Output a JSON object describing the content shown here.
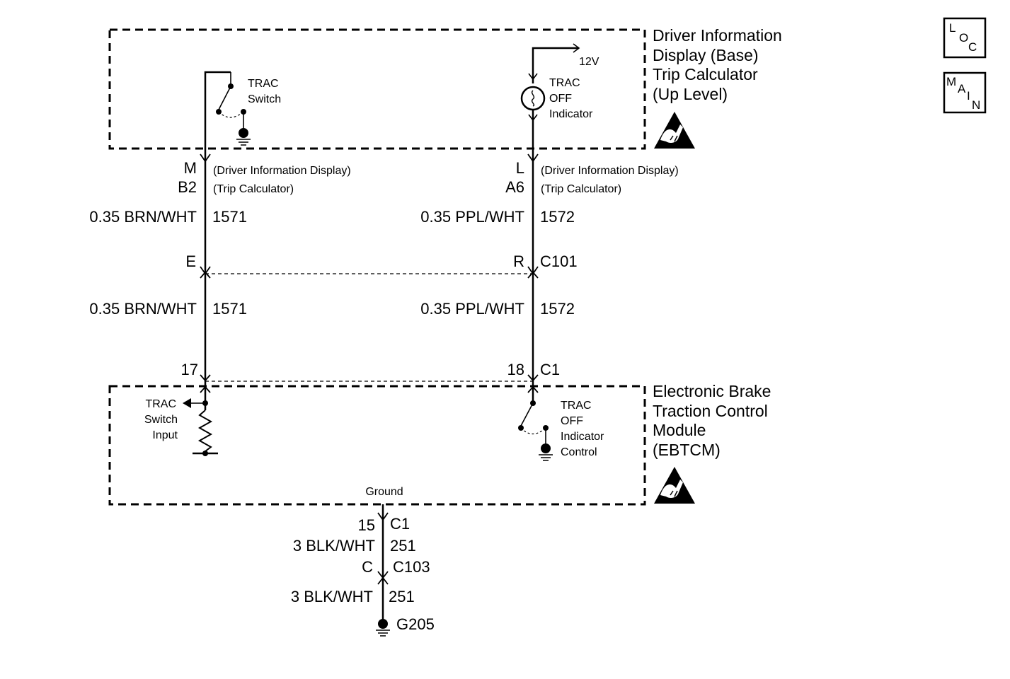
{
  "nav": {
    "loc": [
      "L",
      "O",
      "C"
    ],
    "main": [
      "M",
      "A",
      "I",
      "N"
    ]
  },
  "top_module": {
    "lines": [
      "Driver Information",
      "Display (Base)",
      "Trip Calculator",
      "(Up Level)"
    ],
    "switch_label": [
      "TRAC",
      "Switch"
    ],
    "indicator_label": [
      "TRAC",
      "OFF",
      "Indicator"
    ],
    "supply": "12V"
  },
  "bottom_module": {
    "lines": [
      "Electronic Brake",
      "Traction Control",
      "Module",
      "(EBTCM)"
    ],
    "switch_input_label": [
      "TRAC",
      "Switch",
      "Input"
    ],
    "indicator_control_label": [
      "TRAC",
      "OFF",
      "Indicator",
      "Control"
    ],
    "ground_label": "Ground"
  },
  "left_circuit": {
    "pins_top": [
      "M",
      "B2"
    ],
    "connector_desc": [
      "(Driver Information Display)",
      "(Trip Calculator)"
    ],
    "wire_upper": {
      "gauge_color": "0.35 BRN/WHT",
      "circuit": "1571"
    },
    "c101_pin": "E",
    "wire_lower": {
      "gauge_color": "0.35 BRN/WHT",
      "circuit": "1571"
    },
    "ebtcm_pin": "17"
  },
  "right_circuit": {
    "pins_top": [
      "L",
      "A6"
    ],
    "connector_desc": [
      "(Driver Information Display)",
      "(Trip Calculator)"
    ],
    "wire_upper": {
      "gauge_color": "0.35 PPL/WHT",
      "circuit": "1572"
    },
    "c101_pin": "R",
    "c101": "C101",
    "wire_lower": {
      "gauge_color": "0.35 PPL/WHT",
      "circuit": "1572"
    },
    "ebtcm_pin": "18",
    "ebtcm_connector": "C1"
  },
  "ground_circuit": {
    "pin": "15",
    "connector": "C1",
    "wire_upper": {
      "gauge_color": "3 BLK/WHT",
      "circuit": "251"
    },
    "c103_pin": "C",
    "c103": "C103",
    "wire_lower": {
      "gauge_color": "3 BLK/WHT",
      "circuit": "251"
    },
    "ground": "G205"
  }
}
